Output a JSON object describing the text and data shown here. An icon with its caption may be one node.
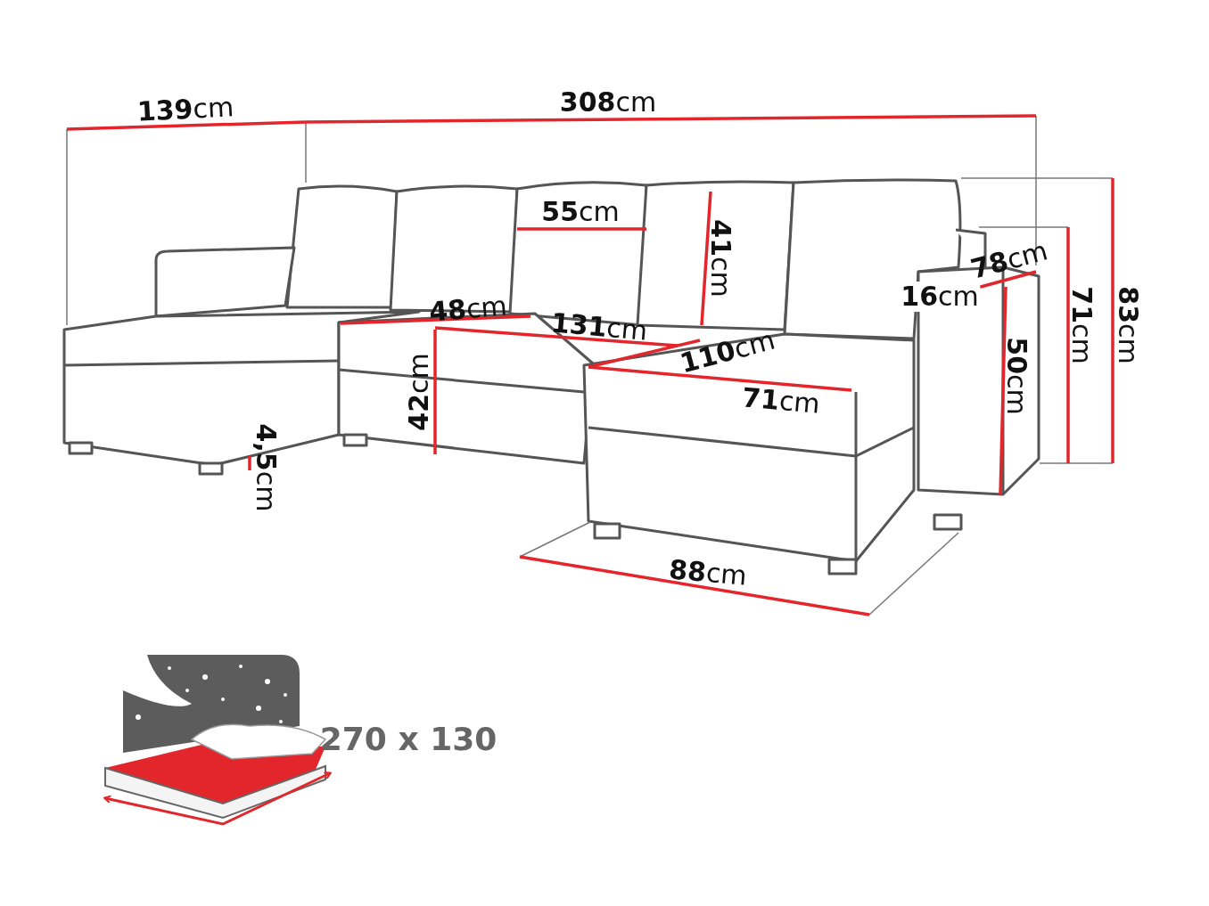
{
  "diagram": {
    "labels": [
      "**139**cm",
      "**308**cm",
      "**55**cm",
      "**41**cm",
      "**78**cm",
      "**16**cm",
      "**71**cm",
      "**83**cm",
      "**48**cm",
      "**131**cm",
      "**110**cm",
      "**42**cm",
      "**71**cm",
      "**50**cm",
      "**4,5**cm",
      "**88**cm",
      "270 x 130"
    ]
  }
}
